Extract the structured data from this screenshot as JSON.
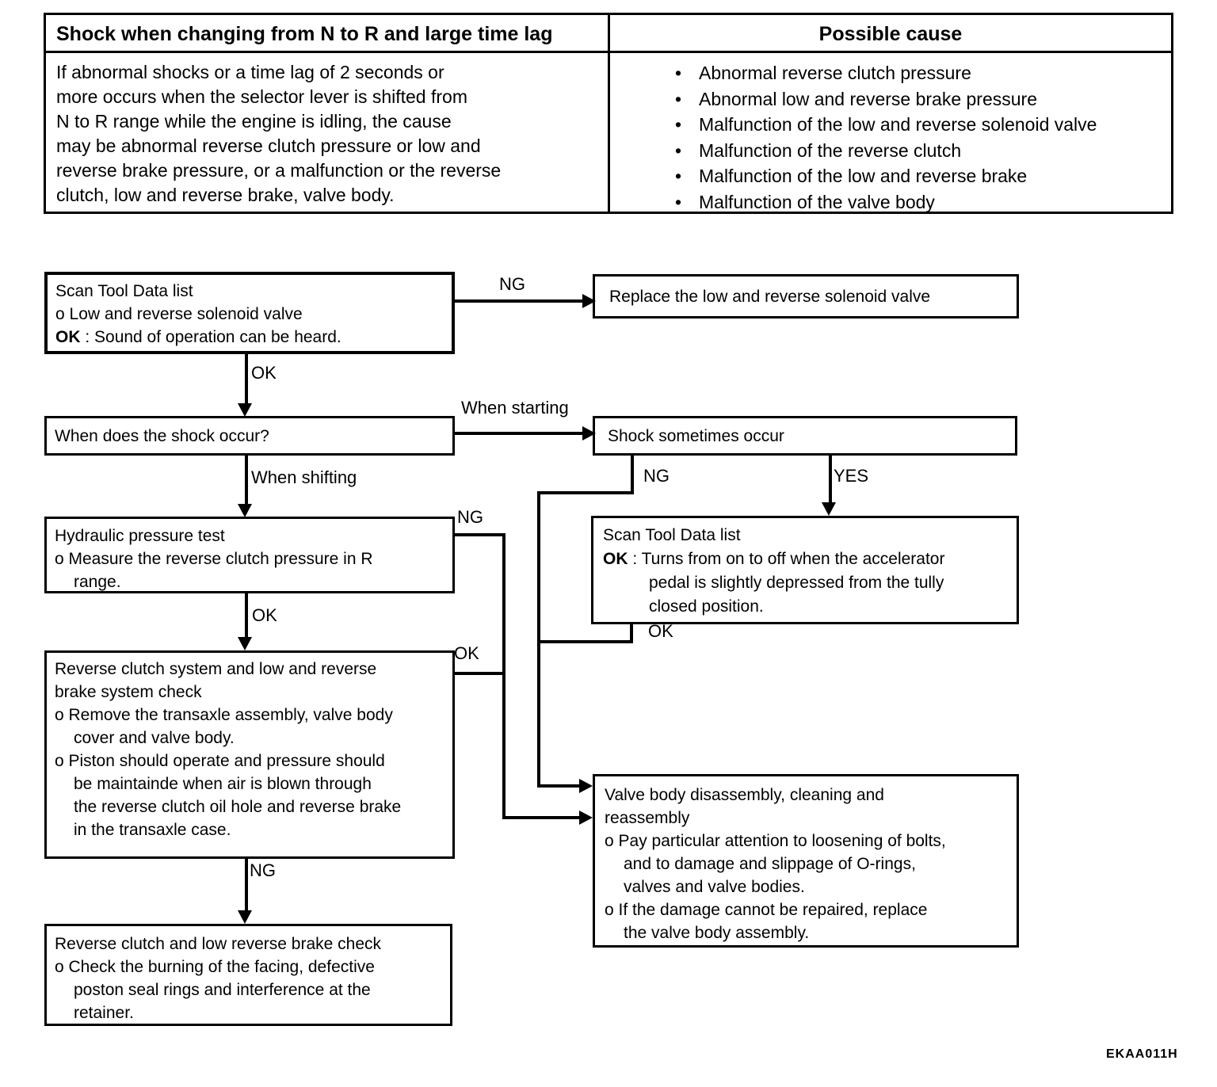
{
  "table": {
    "header_left": "Shock when changing from N to R and large time lag",
    "header_right": "Possible cause",
    "description_lines": [
      "If abnormal shocks or a time lag of 2 seconds or",
      "more occurs when the selector lever is shifted from",
      "N to R range while the engine is idling, the cause",
      "may be abnormal reverse clutch pressure or low and",
      "reverse brake pressure, or a malfunction or the reverse",
      "clutch, low and reverse brake, valve body."
    ],
    "bullet": "•",
    "causes": [
      "Abnormal reverse clutch pressure",
      "Abnormal low and reverse brake pressure",
      "Malfunction of the low and reverse solenoid valve",
      "Malfunction of the reverse clutch",
      "Malfunction of the low and reverse brake",
      "Malfunction of the valve body"
    ]
  },
  "flow": {
    "scan_tool_1": {
      "line1": "Scan Tool Data list",
      "line2": "o Low and reverse solenoid valve",
      "ok_prefix": "OK",
      "line3_rest": " : Sound of operation can be heard."
    },
    "replace_solenoid": {
      "text": "Replace the low and reverse solenoid valve"
    },
    "when_shock": {
      "text": "When does the shock occur?"
    },
    "shock_sometimes": {
      "text": "Shock sometimes occur"
    },
    "hydraulic": {
      "line1": "Hydraulic pressure test",
      "line2": "o Measure the reverse clutch pressure in R",
      "line3": "range."
    },
    "reverse_system_check": {
      "line1": "Reverse clutch system and low and reverse",
      "line2": "brake system check",
      "line3": "o Remove the transaxle assembly, valve body",
      "line4": "cover and valve body.",
      "line5": "o Piston should operate and pressure should",
      "line6": "be maintainde when air is blown through",
      "line7": "the reverse clutch oil hole and reverse brake",
      "line8": "in the transaxle case."
    },
    "reverse_brake_check": {
      "line1": "Reverse clutch and low reverse brake check",
      "line2": "o Check the burning of the facing, defective",
      "line3": "poston seal rings and interference at the",
      "line4": "retainer."
    },
    "scan_tool_2": {
      "line1": "Scan Tool Data list",
      "ok_prefix": "OK",
      "line2_rest": " : Turns from on to off when the accelerator",
      "line3": "pedal is slightly depressed from the tully",
      "line4": "closed position."
    },
    "valve_body": {
      "line1": "Valve body disassembly, cleaning and",
      "line2": "reassembly",
      "line3": "o Pay particular attention to loosening of bolts,",
      "line4": "and to damage and slippage of O-rings,",
      "line5": "valves and valve bodies.",
      "line6": "o If the damage cannot be repaired, replace",
      "line7": "the valve body assembly."
    },
    "labels": {
      "ng_scan1": "NG",
      "ok_scan1": "OK",
      "when_starting": "When starting",
      "when_shifting": "When shifting",
      "ng_shock": "NG",
      "yes_shock": "YES",
      "ok_scan2": "OK",
      "ng_hydraulic": "NG",
      "ok_hydraulic": "OK",
      "ok_system": "OK",
      "ng_system": "NG"
    }
  },
  "footer": {
    "figure_code": "EKAA011H"
  }
}
